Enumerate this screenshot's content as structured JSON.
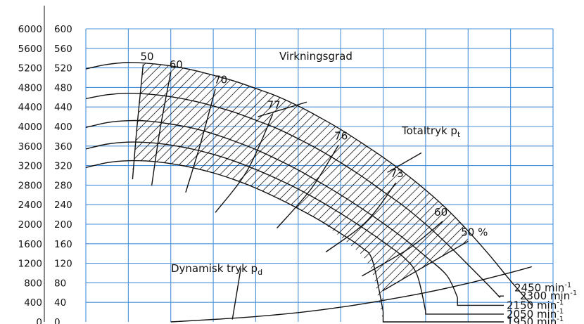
{
  "chart_data": {
    "type": "line",
    "x_grid": {
      "min": 0,
      "max": 11,
      "step": 1
    },
    "y_axis_outer": {
      "ticks": [
        "0",
        "400",
        "800",
        "1200",
        "1600",
        "2000",
        "2400",
        "2800",
        "3200",
        "3600",
        "4000",
        "4400",
        "4800",
        "5200",
        "5600",
        "6000"
      ]
    },
    "y_axis_inner": {
      "ticks": [
        "0",
        "40",
        "80",
        "120",
        "160",
        "200",
        "240",
        "280",
        "320",
        "360",
        "400",
        "440",
        "480",
        "520",
        "560",
        "600"
      ],
      "ylim": [
        0,
        600
      ]
    },
    "series": [
      {
        "name": "2450 min",
        "sup": "-1",
        "points": [
          [
            0,
            518
          ],
          [
            0.5,
            527
          ],
          [
            1,
            531
          ],
          [
            1.5,
            529
          ],
          [
            2,
            524
          ],
          [
            2.5,
            516
          ],
          [
            3,
            505
          ],
          [
            3.5,
            493
          ],
          [
            4,
            478
          ],
          [
            4.5,
            462
          ],
          [
            5,
            442
          ],
          [
            5.5,
            419
          ],
          [
            6,
            394
          ],
          [
            6.5,
            366
          ],
          [
            7,
            337
          ],
          [
            7.5,
            305
          ],
          [
            8,
            270
          ],
          [
            8.5,
            231
          ],
          [
            9,
            186
          ],
          [
            9.5,
            137
          ],
          [
            10,
            84
          ],
          [
            10.5,
            34
          ]
        ]
      },
      {
        "name": "2300 min",
        "sup": "-1",
        "points": [
          [
            0,
            457
          ],
          [
            0.5,
            465
          ],
          [
            1,
            468
          ],
          [
            1.5,
            466
          ],
          [
            2,
            461
          ],
          [
            2.5,
            453
          ],
          [
            3,
            442
          ],
          [
            3.5,
            429
          ],
          [
            4,
            413
          ],
          [
            4.5,
            396
          ],
          [
            5,
            375
          ],
          [
            5.5,
            352
          ],
          [
            6,
            326
          ],
          [
            6.5,
            298
          ],
          [
            7,
            267
          ],
          [
            7.5,
            236
          ],
          [
            8,
            200
          ],
          [
            8.5,
            160
          ],
          [
            9,
            117
          ],
          [
            9.5,
            73
          ],
          [
            9.75,
            50
          ]
        ]
      },
      {
        "name": "2150 min",
        "sup": "-1",
        "points": [
          [
            0,
            398
          ],
          [
            0.5,
            408
          ],
          [
            1,
            412
          ],
          [
            1.5,
            411
          ],
          [
            2,
            405
          ],
          [
            2.5,
            397
          ],
          [
            3,
            385
          ],
          [
            3.5,
            370
          ],
          [
            4,
            353
          ],
          [
            4.5,
            333
          ],
          [
            5,
            311
          ],
          [
            5.5,
            286
          ],
          [
            6,
            260
          ],
          [
            6.5,
            232
          ],
          [
            7,
            202
          ],
          [
            7.5,
            170
          ],
          [
            8,
            134
          ],
          [
            8.5,
            95
          ],
          [
            8.75,
            50
          ]
        ]
      },
      {
        "name": "2050 min",
        "sup": "-1",
        "points": [
          [
            0,
            354
          ],
          [
            0.5,
            364
          ],
          [
            1,
            368
          ],
          [
            1.5,
            367
          ],
          [
            2,
            362
          ],
          [
            2.5,
            354
          ],
          [
            3,
            343
          ],
          [
            3.5,
            329
          ],
          [
            4,
            312
          ],
          [
            4.5,
            293
          ],
          [
            5,
            272
          ],
          [
            5.5,
            248
          ],
          [
            6,
            222
          ],
          [
            6.5,
            194
          ],
          [
            7,
            164
          ],
          [
            7.5,
            131
          ],
          [
            7.8,
            96
          ],
          [
            8,
            22
          ]
        ]
      },
      {
        "name": "1950 min",
        "sup": "-1",
        "points": [
          [
            0,
            316
          ],
          [
            0.5,
            326
          ],
          [
            1,
            330
          ],
          [
            1.5,
            329
          ],
          [
            2,
            324
          ],
          [
            2.5,
            316
          ],
          [
            3,
            305
          ],
          [
            3.5,
            291
          ],
          [
            4,
            274
          ],
          [
            4.5,
            254
          ],
          [
            5,
            232
          ],
          [
            5.5,
            208
          ],
          [
            6,
            181
          ],
          [
            6.5,
            152
          ],
          [
            6.75,
            125
          ],
          [
            7,
            22
          ]
        ]
      }
    ],
    "rpm_label_y": [
      70,
      53,
      34,
      16,
      0
    ],
    "dynamic_pressure": {
      "label_main": "Dynamisk tryk p",
      "label_sub": "d",
      "points": [
        [
          2,
          0
        ],
        [
          3,
          5
        ],
        [
          4,
          11
        ],
        [
          5,
          19
        ],
        [
          6,
          30
        ],
        [
          7,
          44
        ],
        [
          8,
          60
        ],
        [
          9,
          79
        ],
        [
          10,
          101
        ],
        [
          10.5,
          113
        ]
      ]
    },
    "efficiency": {
      "label": "Virkningsgrad",
      "contours": [
        {
          "label": "50",
          "points": [
            [
              1.35,
              527
            ],
            [
              1.2,
              395
            ],
            [
              1.1,
              292
            ]
          ]
        },
        {
          "label": "60",
          "points": [
            [
              2.0,
              511
            ],
            [
              1.75,
              395
            ],
            [
              1.55,
              279
            ]
          ]
        },
        {
          "label": "70",
          "points": [
            [
              3.05,
              477
            ],
            [
              2.7,
              365
            ],
            [
              2.35,
              265
            ]
          ]
        },
        {
          "label": "77",
          "points": [
            [
              4.4,
              425
            ],
            [
              3.8,
              310
            ],
            [
              3.05,
              224
            ]
          ]
        },
        {
          "label": "76",
          "points": [
            [
              5.95,
              362
            ],
            [
              5.3,
              272
            ],
            [
              4.5,
              192
            ]
          ]
        },
        {
          "label": "73",
          "points": [
            [
              7.3,
              285
            ],
            [
              6.6,
              205
            ],
            [
              5.65,
              143
            ]
          ]
        },
        {
          "label": "60",
          "points": [
            [
              8.4,
              206
            ],
            [
              7.6,
              150
            ],
            [
              6.5,
              94
            ]
          ]
        },
        {
          "label": "50 %",
          "points": [
            [
              9.0,
              165
            ],
            [
              8.1,
              120
            ],
            [
              7.0,
              64
            ]
          ]
        }
      ]
    },
    "total_pressure": {
      "label_main": "Totaltryk p",
      "label_sub": "t"
    }
  }
}
